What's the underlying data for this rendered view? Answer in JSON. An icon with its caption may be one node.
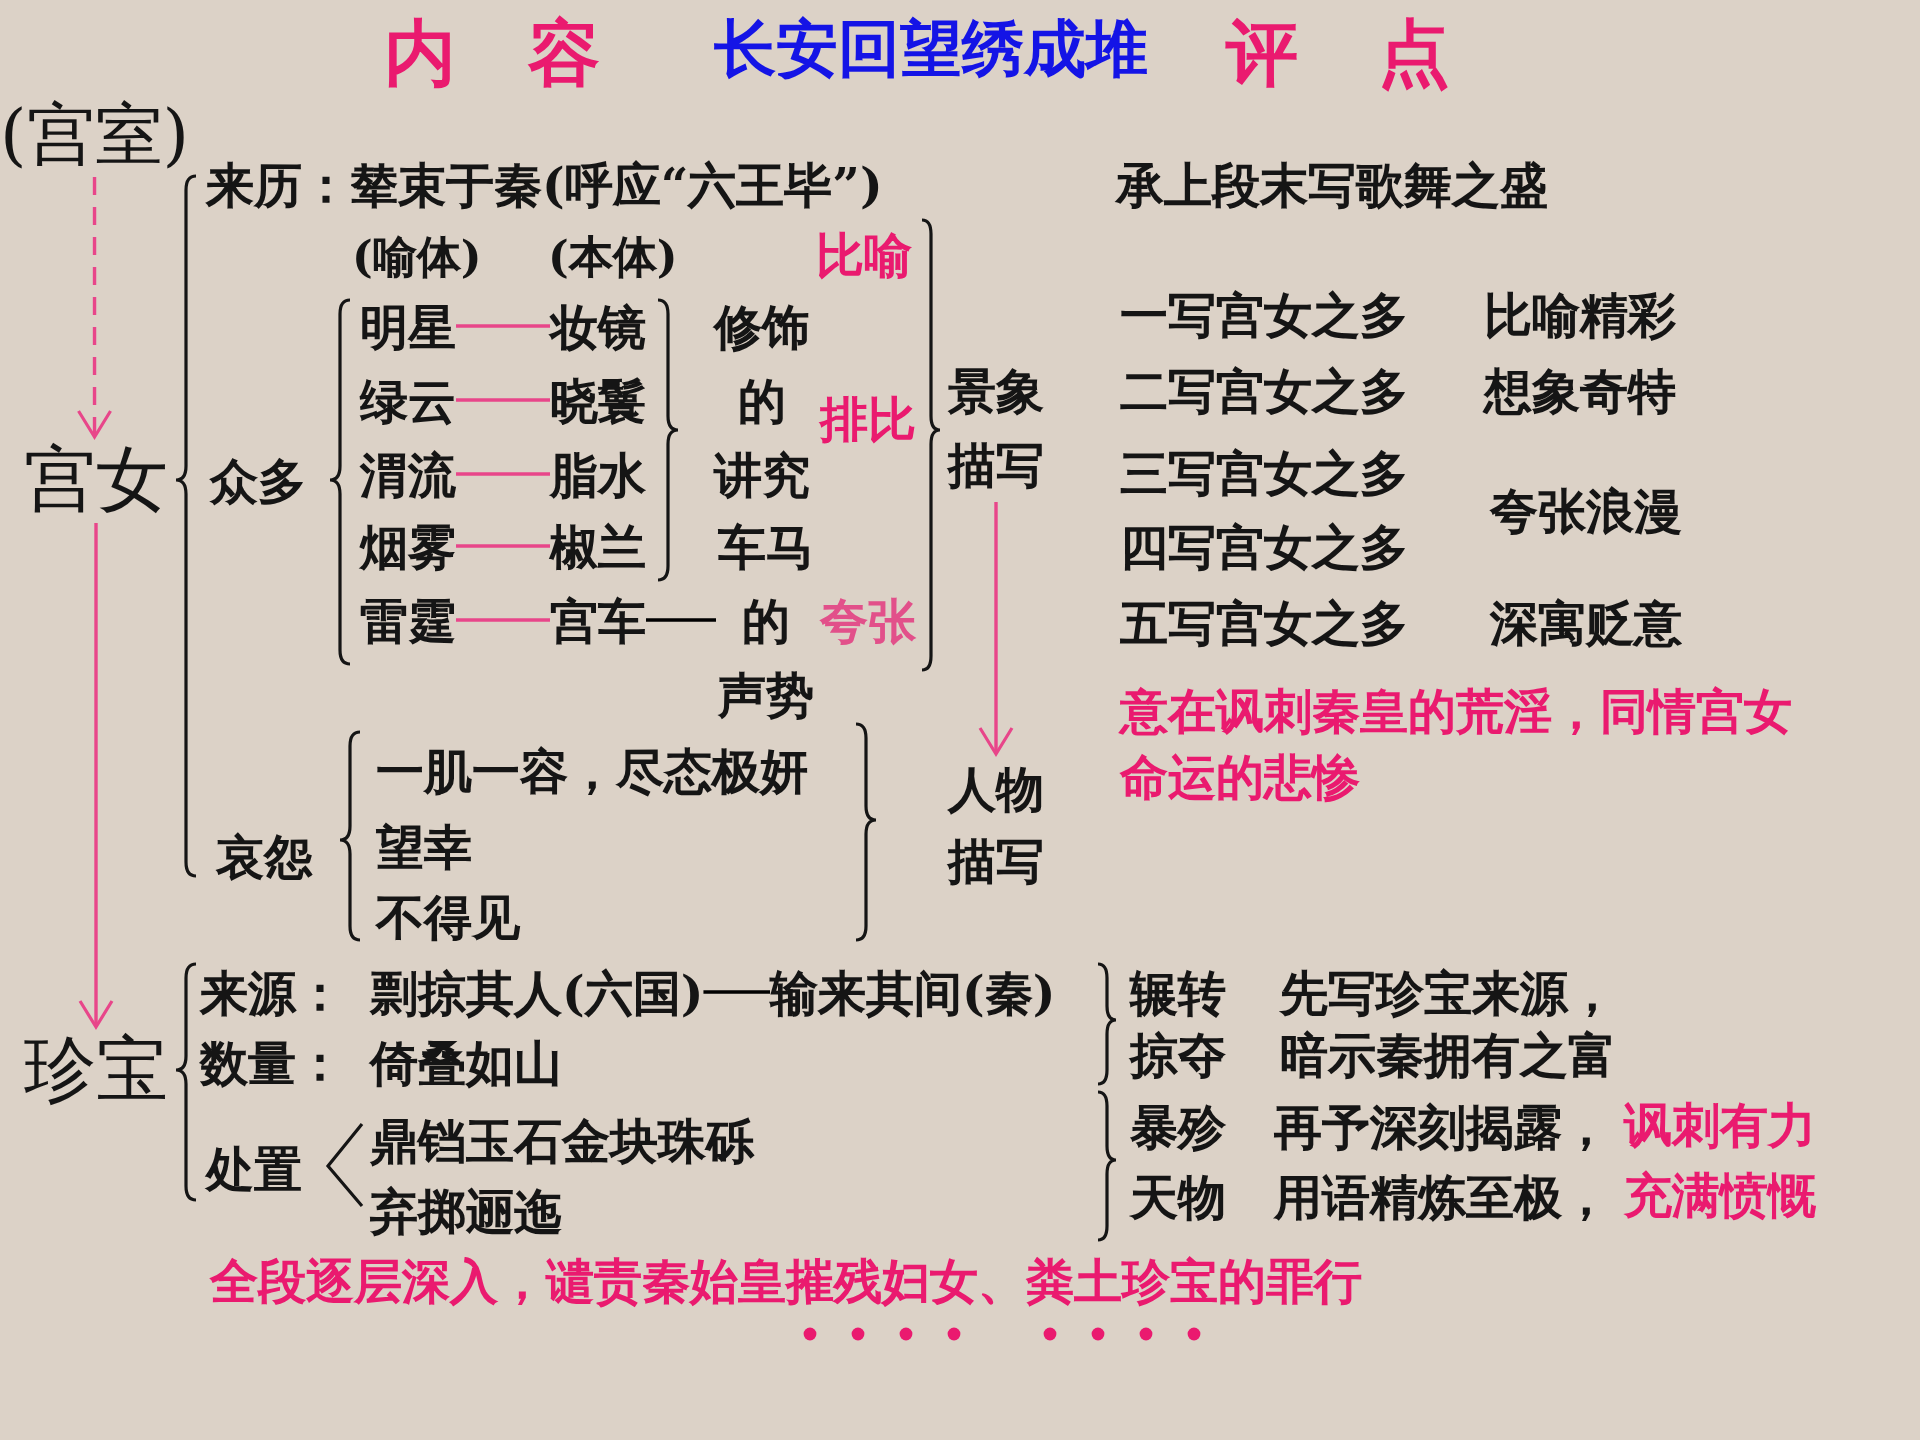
{
  "diagram": {
    "title": "长安回望绣成堆",
    "nodes": [
      {
        "text": [
          "(宫室)"
        ]
      },
      {
        "text": [
          "明星"
        ]
      },
      {
        "text": [
          "妆镜"
        ]
      },
      {
        "text": [
          "绿云"
        ]
      },
      {
        "text": [
          "晓鬟"
        ]
      },
      {
        "text": [
          "景象描写"
        ]
      },
      {
        "text": [
          "宫女"
        ]
      },
      {
        "text": [
          "渭流"
        ]
      },
      {
        "text": [
          "脂水"
        ]
      },
      {
        "text": [
          "烟雾"
        ]
      },
      {
        "text": [
          "椒兰"
        ]
      },
      {
        "text": [
          "雷霆"
        ]
      },
      {
        "text": [
          "宫车"
        ]
      },
      {
        "text": [
          "车马的声势"
        ]
      },
      {
        "text": [
          "人物描写"
        ]
      },
      {
        "text": [
          "珍宝"
        ]
      },
      {
        "text": [
          "剽掠其人(六国)"
        ]
      },
      {
        "text": [
          "输来其间(秦)"
        ]
      }
    ],
    "edges": [
      {
        "from": 0,
        "to": 6,
        "arrow": "to",
        "style": "dashed"
      },
      {
        "from": 6,
        "to": 15,
        "arrow": "to"
      },
      {
        "from": 1,
        "to": 2,
        "arrow": "none"
      },
      {
        "from": 3,
        "to": 4,
        "arrow": "none"
      },
      {
        "from": 7,
        "to": 8,
        "arrow": "none"
      },
      {
        "from": 9,
        "to": 10,
        "arrow": "none"
      },
      {
        "from": 11,
        "to": 12,
        "arrow": "none"
      },
      {
        "from": 12,
        "to": 13,
        "arrow": "none",
        "color": "#000000"
      },
      {
        "from": 5,
        "to": 14,
        "arrow": "to"
      },
      {
        "from": 16,
        "to": 17,
        "arrow": "none",
        "color": "#000000"
      }
    ],
    "labels": [
      "内容",
      "评点",
      "来历：辇束于秦(呼应“六王毕”)",
      "承上段末写歌舞之盛",
      "(喻体)",
      "(本体)",
      "比喻",
      "修饰的讲究",
      "一写宫女之多",
      "比喻精彩",
      "排比",
      "二写宫女之多",
      "想象奇特",
      "众多",
      "三写宫女之多",
      "夸张浪漫",
      "四写宫女之多",
      "夸张",
      "五写宫女之多",
      "深寓贬意",
      "意在讽刺秦皇的荒淫，同情宫女命运的悲惨",
      "一肌一容，尽态极妍",
      "哀怨",
      "望幸",
      "不得见",
      "来源：",
      "辗转",
      "先写珍宝来源，",
      "数量：",
      "倚叠如山",
      "掠夺",
      "暗示秦拥有之富",
      "处置",
      "鼎铛玉石金块珠砾",
      "暴殄",
      "再予深刻揭露，",
      "讽刺有力",
      "弃掷逦迤",
      "天物",
      "用语精炼至极，",
      "充满愤慨",
      "全段逐层深入，谴责秦始皇摧残妇女、粪土珍宝的罪行"
    ]
  }
}
